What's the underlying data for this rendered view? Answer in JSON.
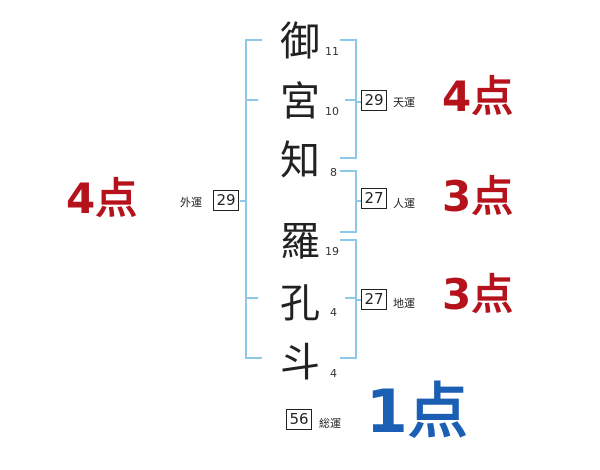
{
  "chars": [
    {
      "char": "御",
      "strokes": "11"
    },
    {
      "char": "宮",
      "strokes": "10"
    },
    {
      "char": "知",
      "strokes": "8"
    },
    {
      "char": "羅",
      "strokes": "19"
    },
    {
      "char": "孔",
      "strokes": "4"
    },
    {
      "char": "斗",
      "strokes": "4"
    }
  ],
  "fortunes": {
    "outer": {
      "label": "外運",
      "value": "29",
      "score": "4点"
    },
    "heaven": {
      "label": "天運",
      "value": "29",
      "score": "4点"
    },
    "person": {
      "label": "人運",
      "value": "27",
      "score": "3点"
    },
    "earth": {
      "label": "地運",
      "value": "27",
      "score": "3点"
    },
    "total": {
      "label": "総運",
      "value": "56",
      "score": "1点"
    }
  },
  "colors": {
    "bracket": "#8ec8e8",
    "score_red": "#b5121b",
    "score_blue": "#1a5fb4"
  }
}
